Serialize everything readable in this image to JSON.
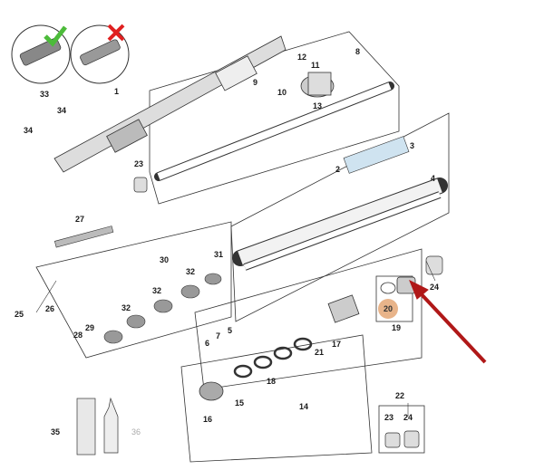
{
  "part_numbers": {
    "p1": "1",
    "p2": "2",
    "p3": "3",
    "p4": "4",
    "p5": "5",
    "p6": "6",
    "p7": "7",
    "p8": "8",
    "p9": "9",
    "p10": "10",
    "p11": "11",
    "p12": "12",
    "p13": "13",
    "p14": "14",
    "p15": "15",
    "p16": "16",
    "p17": "17",
    "p18": "18",
    "p19": "19",
    "p20": "20",
    "p21": "21",
    "p22": "22",
    "p23a": "23",
    "p23b": "23",
    "p24a": "24",
    "p24b": "24",
    "p25": "25",
    "p26": "26",
    "p27": "27",
    "p28": "28",
    "p29": "29",
    "p30": "30",
    "p31": "31",
    "p32a": "32",
    "p32b": "32",
    "p32c": "32",
    "p33": "33",
    "p34a": "34",
    "p34b": "34",
    "p35": "35",
    "p36": "36"
  },
  "indicators": {
    "correct": "check-mark",
    "incorrect": "cross-mark",
    "correct_color": "#4cbb3a",
    "incorrect_color": "#e02020",
    "arrow_color": "#b01818",
    "highlight_color": "#e8b48a"
  },
  "highlighted_part": "20"
}
